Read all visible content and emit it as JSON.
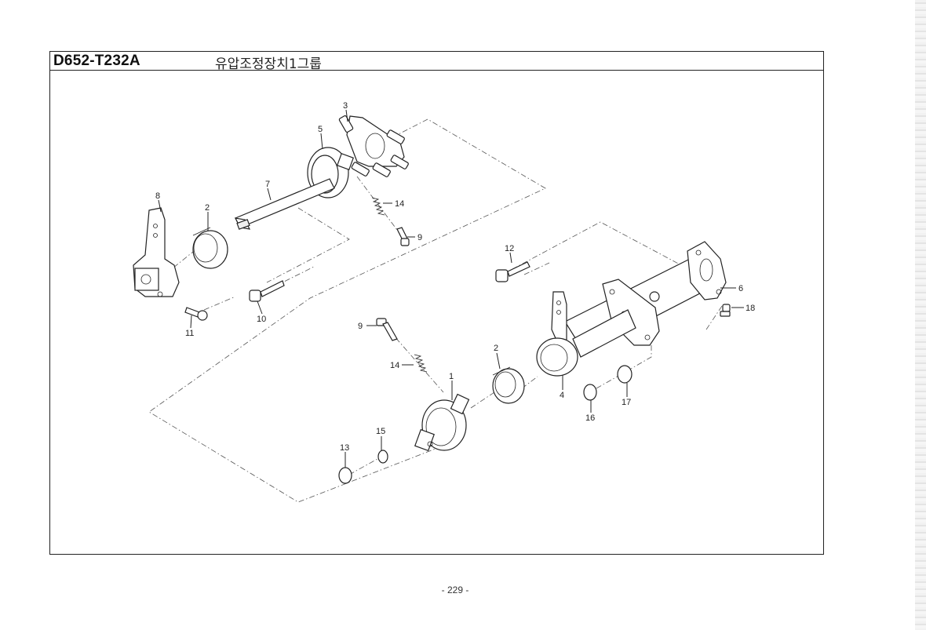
{
  "header": {
    "code": "D652-T232A",
    "title": "유압조정장치1그룹"
  },
  "page_number": "- 229 -",
  "callouts": [
    "1",
    "2",
    "2",
    "3",
    "4",
    "5",
    "6",
    "7",
    "8",
    "9",
    "9",
    "10",
    "11",
    "12",
    "13",
    "14",
    "14",
    "15",
    "16",
    "17",
    "18"
  ]
}
